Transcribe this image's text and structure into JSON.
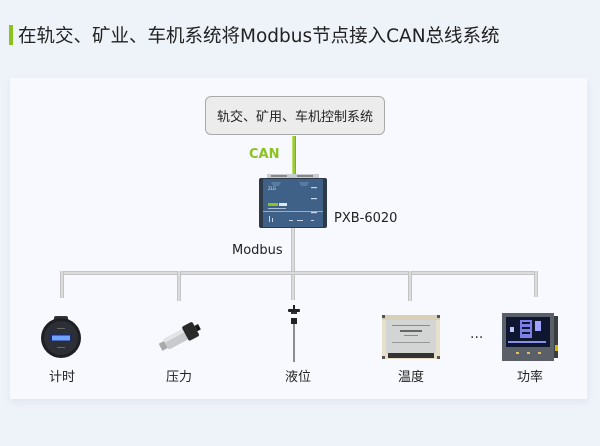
{
  "header": {
    "title": "在轨交、矿业、车机系统将Modbus节点接入CAN总线系统",
    "accent_color": "#8cc21f"
  },
  "diagram": {
    "control_system": {
      "label": "轨交、矿用、车机控制系统"
    },
    "can_link": {
      "label": "CAN",
      "color": "#8cc21f"
    },
    "gateway": {
      "model": "PXB-6020",
      "icon": "can-modbus-gateway-icon"
    },
    "modbus_link": {
      "label": "Modbus",
      "color": "#dcdcdc"
    },
    "nodes": [
      {
        "label": "计时",
        "icon": "hour-meter-icon"
      },
      {
        "label": "压力",
        "icon": "pressure-sensor-icon"
      },
      {
        "label": "液位",
        "icon": "level-sensor-icon"
      },
      {
        "label": "温度",
        "icon": "temperature-module-icon"
      },
      {
        "label": "功率",
        "icon": "power-meter-icon"
      }
    ],
    "more_indicator": "···"
  }
}
